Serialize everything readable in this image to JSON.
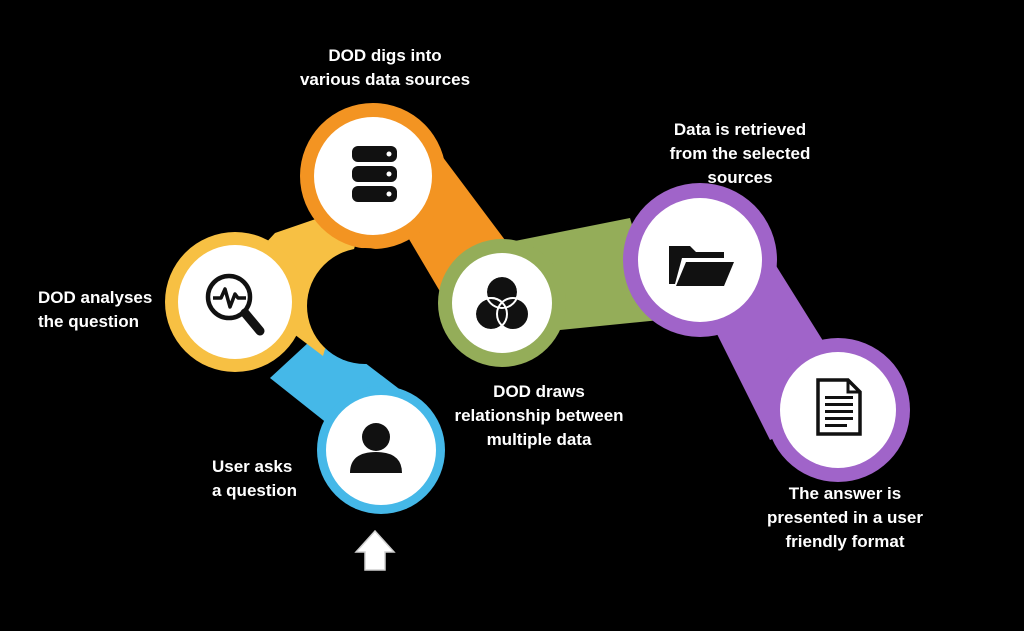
{
  "colors": {
    "background": "#000000",
    "user_step": "#45b8e8",
    "analyse_step": "#f7c043",
    "dig_step": "#f39422",
    "relate_step": "#94ad59",
    "retrieve_step": "#a064c9",
    "answer_step": "#a064c9",
    "icon": "#111111",
    "label_text": "#ffffff"
  },
  "steps": [
    {
      "id": "user",
      "icon": "user-icon",
      "label": "User asks\na question"
    },
    {
      "id": "analyse",
      "icon": "magnifier-pulse-icon",
      "label": "DOD analyses\nthe question"
    },
    {
      "id": "dig",
      "icon": "database-icon",
      "label": "DOD digs into\nvarious data sources"
    },
    {
      "id": "relate",
      "icon": "venn-diagram-icon",
      "label": "DOD draws\nrelationship between\nmultiple data"
    },
    {
      "id": "retrieve",
      "icon": "folder-open-icon",
      "label": "Data is retrieved\nfrom the selected\nsources"
    },
    {
      "id": "answer",
      "icon": "document-icon",
      "label": "The answer is\npresented in a user\nfriendly format"
    }
  ],
  "start_marker": {
    "icon": "up-arrow-icon"
  }
}
